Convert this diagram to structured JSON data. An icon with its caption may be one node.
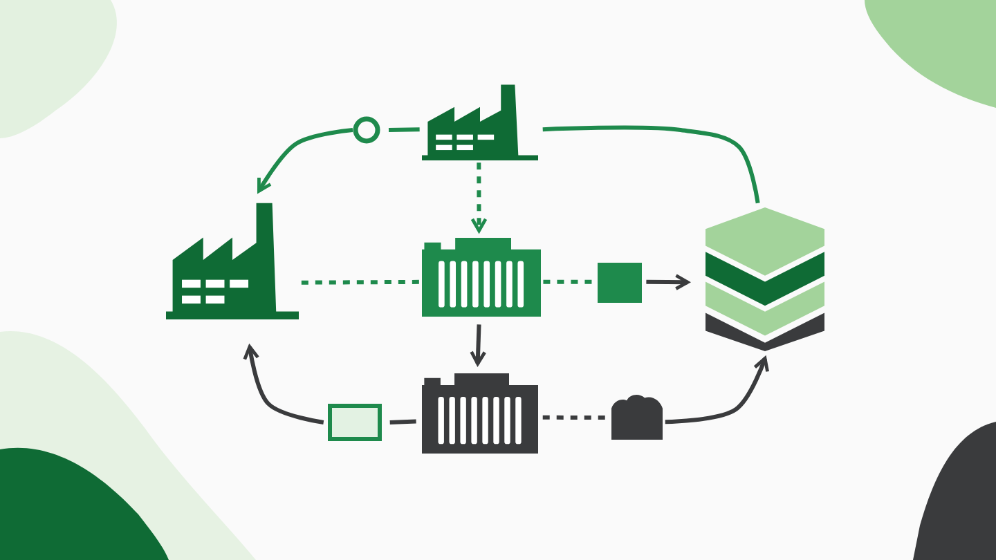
{
  "diagram": {
    "nodes": [
      {
        "text": [],
        "shape": "factory"
      },
      {
        "text": [],
        "shape": "circle"
      },
      {
        "text": [],
        "shape": "factory"
      },
      {
        "text": [],
        "shape": "machine"
      },
      {
        "text": [],
        "shape": "box"
      },
      {
        "text": [],
        "shape": "stack"
      },
      {
        "text": [],
        "shape": "machine"
      },
      {
        "text": [],
        "shape": "box"
      },
      {
        "text": [],
        "shape": "lump"
      }
    ],
    "edges": [
      {
        "from": 0,
        "to": 1,
        "arrow": "none"
      },
      {
        "from": 1,
        "to": 2,
        "arrow": "to"
      },
      {
        "from": 5,
        "to": 0,
        "arrow": "none"
      },
      {
        "from": 0,
        "to": 3,
        "arrow": "to",
        "style": "dashed"
      },
      {
        "from": 2,
        "to": 3,
        "arrow": "none",
        "style": "dashed"
      },
      {
        "from": 3,
        "to": 4,
        "arrow": "none",
        "style": "dashed"
      },
      {
        "from": 4,
        "to": 5,
        "arrow": "to",
        "color": "#3a3b3d"
      },
      {
        "from": 3,
        "to": 6,
        "arrow": "to",
        "color": "#3a3b3d"
      },
      {
        "from": 6,
        "to": 7,
        "arrow": "none",
        "color": "#3a3b3d"
      },
      {
        "from": 7,
        "to": 2,
        "arrow": "to",
        "color": "#3a3b3d"
      },
      {
        "from": 6,
        "to": 8,
        "arrow": "none",
        "style": "dashed",
        "color": "#3a3b3d"
      },
      {
        "from": 8,
        "to": 5,
        "arrow": "to",
        "color": "#3a3b3d"
      }
    ]
  }
}
